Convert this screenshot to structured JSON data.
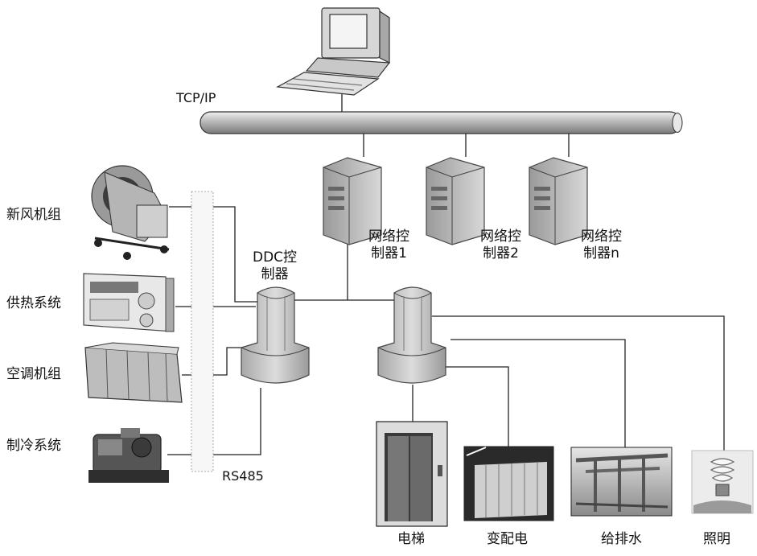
{
  "network": {
    "protocol": "TCP/IP",
    "field_bus": "RS485"
  },
  "network_controllers": [
    {
      "line1": "网络控",
      "line2": "制器1"
    },
    {
      "line1": "网络控",
      "line2": "制器2"
    },
    {
      "line1": "网络控",
      "line2": "制器n"
    }
  ],
  "ddc_controller": {
    "line1": "DDC控",
    "line2": "制器"
  },
  "left_subsystems": [
    "新风机组",
    "供热系统",
    "空调机组",
    "制冷系统"
  ],
  "bottom_subsystems": [
    "电梯",
    "变配电",
    "给排水",
    "照明"
  ],
  "icons": {
    "workstation": "desktop-computer-icon",
    "controller": "server-tower-icon",
    "ddc": "ddc-controller-icon",
    "fan": "blower-fan-icon",
    "heating": "heating-panel-icon",
    "ac": "air-conditioning-unit-icon",
    "chiller": "chiller-unit-icon",
    "elevator": "elevator-icon",
    "substation": "switchgear-icon",
    "plumbing": "pipes-icon",
    "lighting": "light-bulb-icon"
  },
  "colors": {
    "line": "#222222",
    "device_fill": "#bdbdbd",
    "device_stroke": "#555555"
  }
}
